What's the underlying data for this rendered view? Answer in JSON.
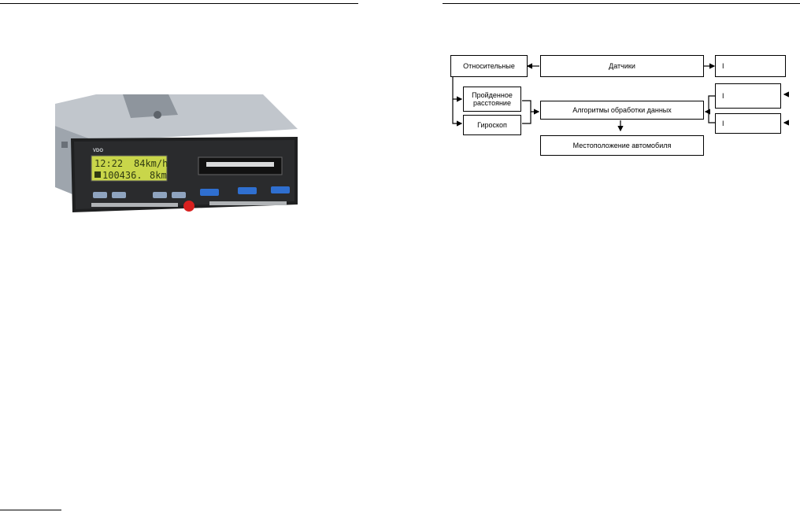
{
  "device": {
    "brand": "VDO",
    "lcd_line1_time": "12:22",
    "lcd_line1_speed": "84km/h",
    "lcd_line2_value": "100436.",
    "lcd_line2_suffix": "8km"
  },
  "diagram": {
    "relative": "Относительные",
    "sensors": "Датчики",
    "right_top": "I",
    "distance": "Пройденное\nрасстояние",
    "gyro": "Гироскоп",
    "algorithms": "Алгоритмы обработки данных",
    "right_mid": "I",
    "right_bottom": "I",
    "location": "Местоположение автомобиля"
  },
  "colors": {
    "lcd_background": "#c9d64a",
    "device_body": "#1f2021",
    "chassis": "#b7bcc2",
    "button_blue": "#2f6fd0",
    "button_grey": "#8fa4bf",
    "button_red": "#d8201f"
  }
}
